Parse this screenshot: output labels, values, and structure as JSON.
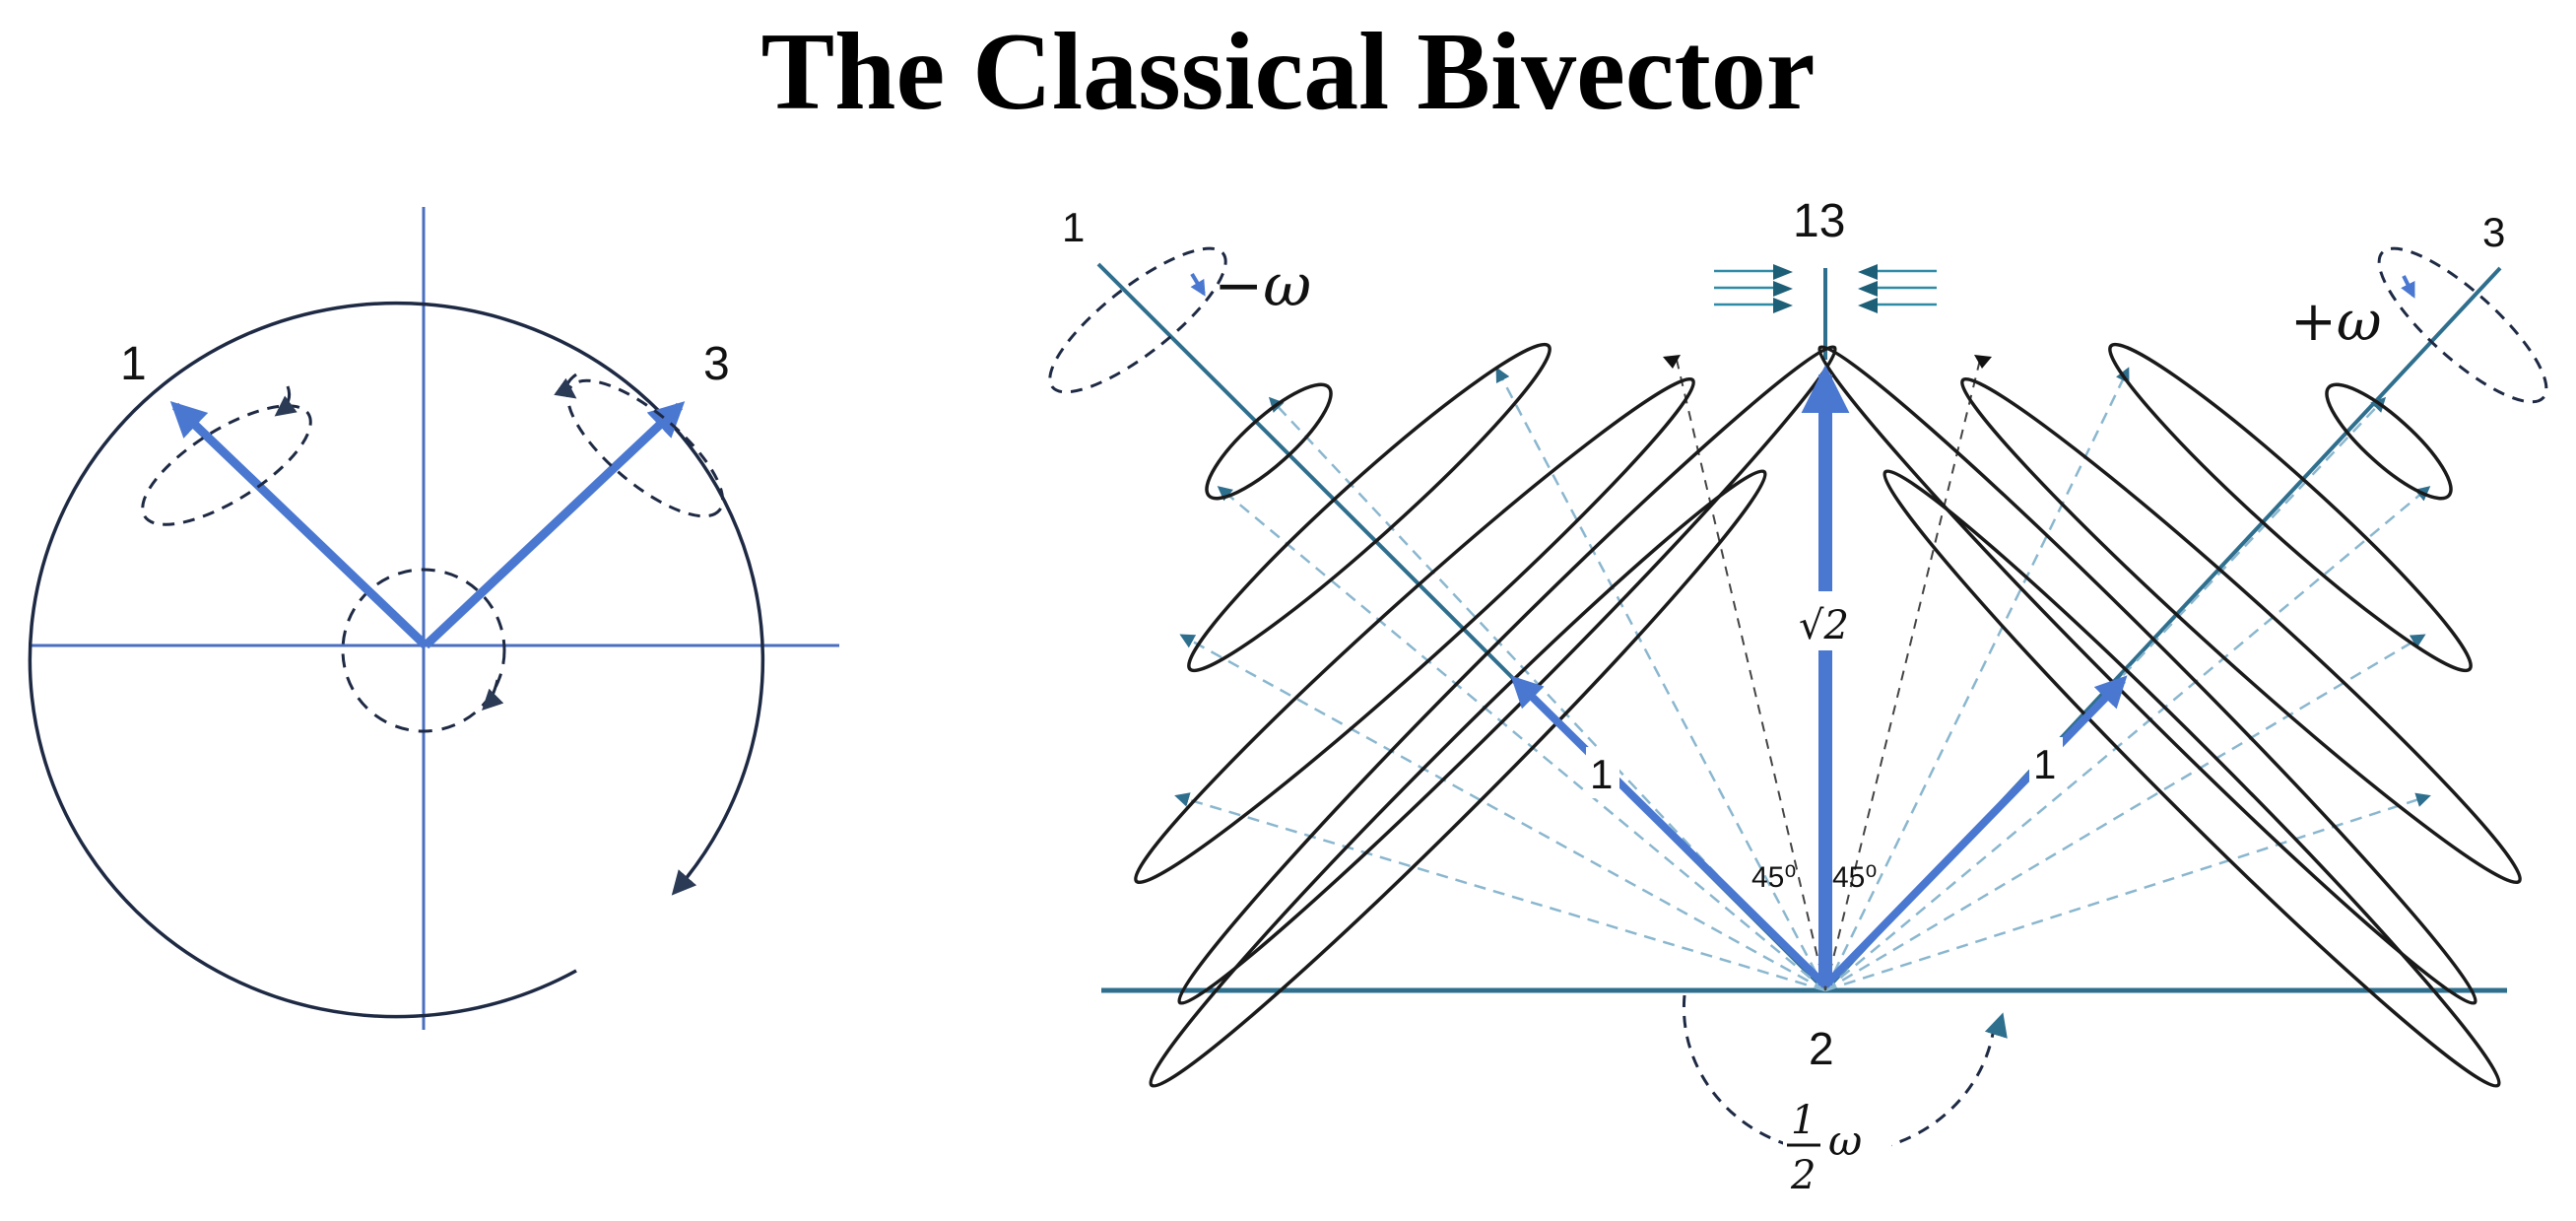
{
  "title": "The Classical Bivector",
  "colors": {
    "axis_blue": "#4a6fc2",
    "vector_blue": "#4a78d1",
    "teal": "#2f6f8e",
    "dashed_blue": "#8ab7cf",
    "ellipse": "#1a1a1a"
  },
  "left_diagram": {
    "label_1": "1",
    "label_3": "3"
  },
  "right_diagram": {
    "label_1": "1",
    "label_13": "13",
    "label_3": "3",
    "minus_omega": "−ω",
    "plus_omega": "+ω",
    "sqrt2": "√2",
    "unit_left": "1",
    "unit_right": "1",
    "angle_left": "45⁰",
    "angle_right": "45⁰",
    "label_2": "2",
    "half_num": "1",
    "half_den": "2",
    "half_omega": "ω"
  }
}
